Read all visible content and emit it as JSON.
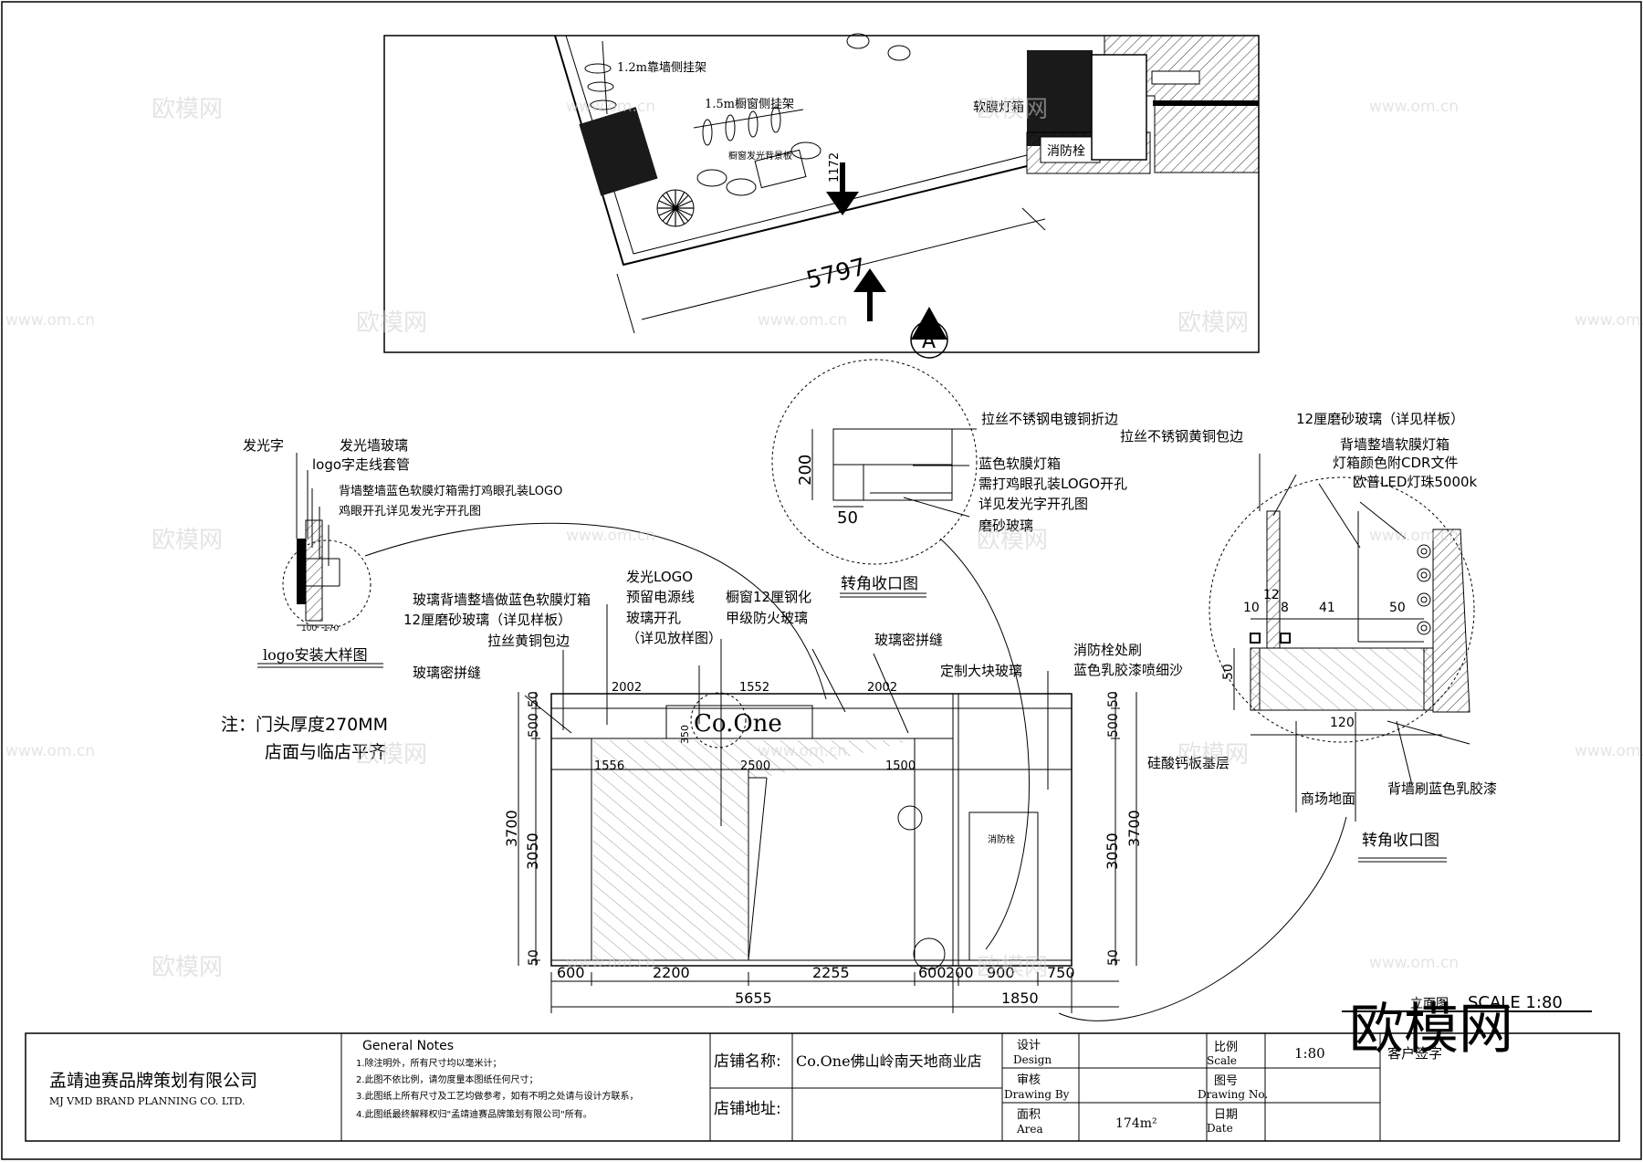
{
  "plan": {
    "rack_wall_label": "1.2m靠墙侧挂架",
    "rack_window_label": "1.5m橱窗侧挂架",
    "window_panel_label": "橱窗发光背景板",
    "lightbox_label": "软膜灯箱",
    "hydrant_label": "消防栓",
    "dim_total": "5797",
    "dim_small": "1172",
    "section_marker": "A"
  },
  "logo_detail": {
    "labels": [
      "发光字",
      "发光墙玻璃",
      "logo字走线套管",
      "背墙整墙蓝色软膜灯箱需打鸡眼孔装LOGO",
      "鸡眼开孔详见发光字开孔图"
    ],
    "dims": [
      "100",
      "170"
    ],
    "title": "logo安装大样图"
  },
  "note": {
    "line1": "注：门头厚度270MM",
    "line2": "店面与临店平齐"
  },
  "corner_detail_top": {
    "labels": [
      "拉丝不锈钢电镀铜折边",
      "蓝色软膜灯箱",
      "需打鸡眼孔装LOGO开孔",
      "详见发光字开孔图",
      "磨砂玻璃"
    ],
    "dim_v": "200",
    "dim_h": "50",
    "title": "转角收口图"
  },
  "corner_detail_right": {
    "labels": [
      "拉丝不锈钢黄铜包边",
      "12厘磨砂玻璃（详见样板）",
      "背墙整墙软膜灯箱",
      "灯箱颜色附CDR文件",
      "欧普LED灯珠5000k",
      "硅酸钙板基层",
      "商场地面",
      "背墙刷蓝色乳胶漆"
    ],
    "dims": [
      "10",
      "12",
      "8",
      "41",
      "50",
      "50",
      "120"
    ],
    "title": "转角收口图"
  },
  "elevation": {
    "callouts": [
      "玻璃背墙整墙做蓝色软膜灯箱",
      "12厘磨砂玻璃（详见样板）",
      "拉丝黄铜包边",
      "玻璃密拼缝",
      "发光LOGO",
      "预留电源线",
      "玻璃开孔",
      "（详见放样图）",
      "橱窗12厘钢化",
      "甲级防火玻璃",
      "玻璃密拼缝",
      "定制大块玻璃",
      "消防栓处刷",
      "蓝色乳胶漆喷细沙"
    ],
    "logo_text": "Co.One",
    "hydrant_text": "消防栓",
    "top_dims": [
      "2002",
      "1552",
      "2002"
    ],
    "mid_dims": [
      "1556",
      "2500",
      "1500"
    ],
    "small_dim": "350",
    "left_v_dims": [
      "50",
      "500",
      "3050",
      "50"
    ],
    "left_total": "3700",
    "right_v_dims": [
      "50",
      "500",
      "3050",
      "50"
    ],
    "right_total": "3700",
    "bottom_dims": [
      "600",
      "2200",
      "2255",
      "600",
      "200",
      "900",
      "750"
    ],
    "bottom_total_left": "5655",
    "bottom_total_right": "1850",
    "scale_text": "SCALE  1:80",
    "scale_prefix": "立面图"
  },
  "title_block": {
    "company_cn": "孟靖迪赛品牌策划有限公司",
    "company_en": "MJ VMD   BRAND PLANNING  CO. LTD.",
    "notes_title": "General Notes",
    "notes": [
      "1.除注明外，所有尺寸均以毫米计；",
      "2.此图不依比例，请勿度量本图纸任何尺寸；",
      "3.此图纸上所有尺寸及工艺均做参考，如有不明之处请与设计方联系，",
      "4.此图纸最终解释权归\"孟靖迪赛品牌策划有限公司\"所有。"
    ],
    "shop_name_label": "店铺名称:",
    "shop_name": "Co.One佛山岭南天地商业店",
    "shop_addr_label": "店铺地址:",
    "shop_addr": "",
    "design_cn": "设计",
    "design_en": "Design",
    "review_cn": "审核",
    "review_en": "Drawing By",
    "area_cn": "面积",
    "area_en": "Area",
    "area_value": "174m²",
    "scale_cn": "比例",
    "scale_en": "Scale",
    "scale_value": "1:80",
    "drawing_no_cn": "图号",
    "drawing_no_en": "Drawing No.",
    "date_cn": "日期",
    "date_en": "Date",
    "client_sign": "客户签字"
  },
  "watermarks": [
    "欧模网",
    "www.om.cn"
  ],
  "corner_watermark": "欧模网"
}
